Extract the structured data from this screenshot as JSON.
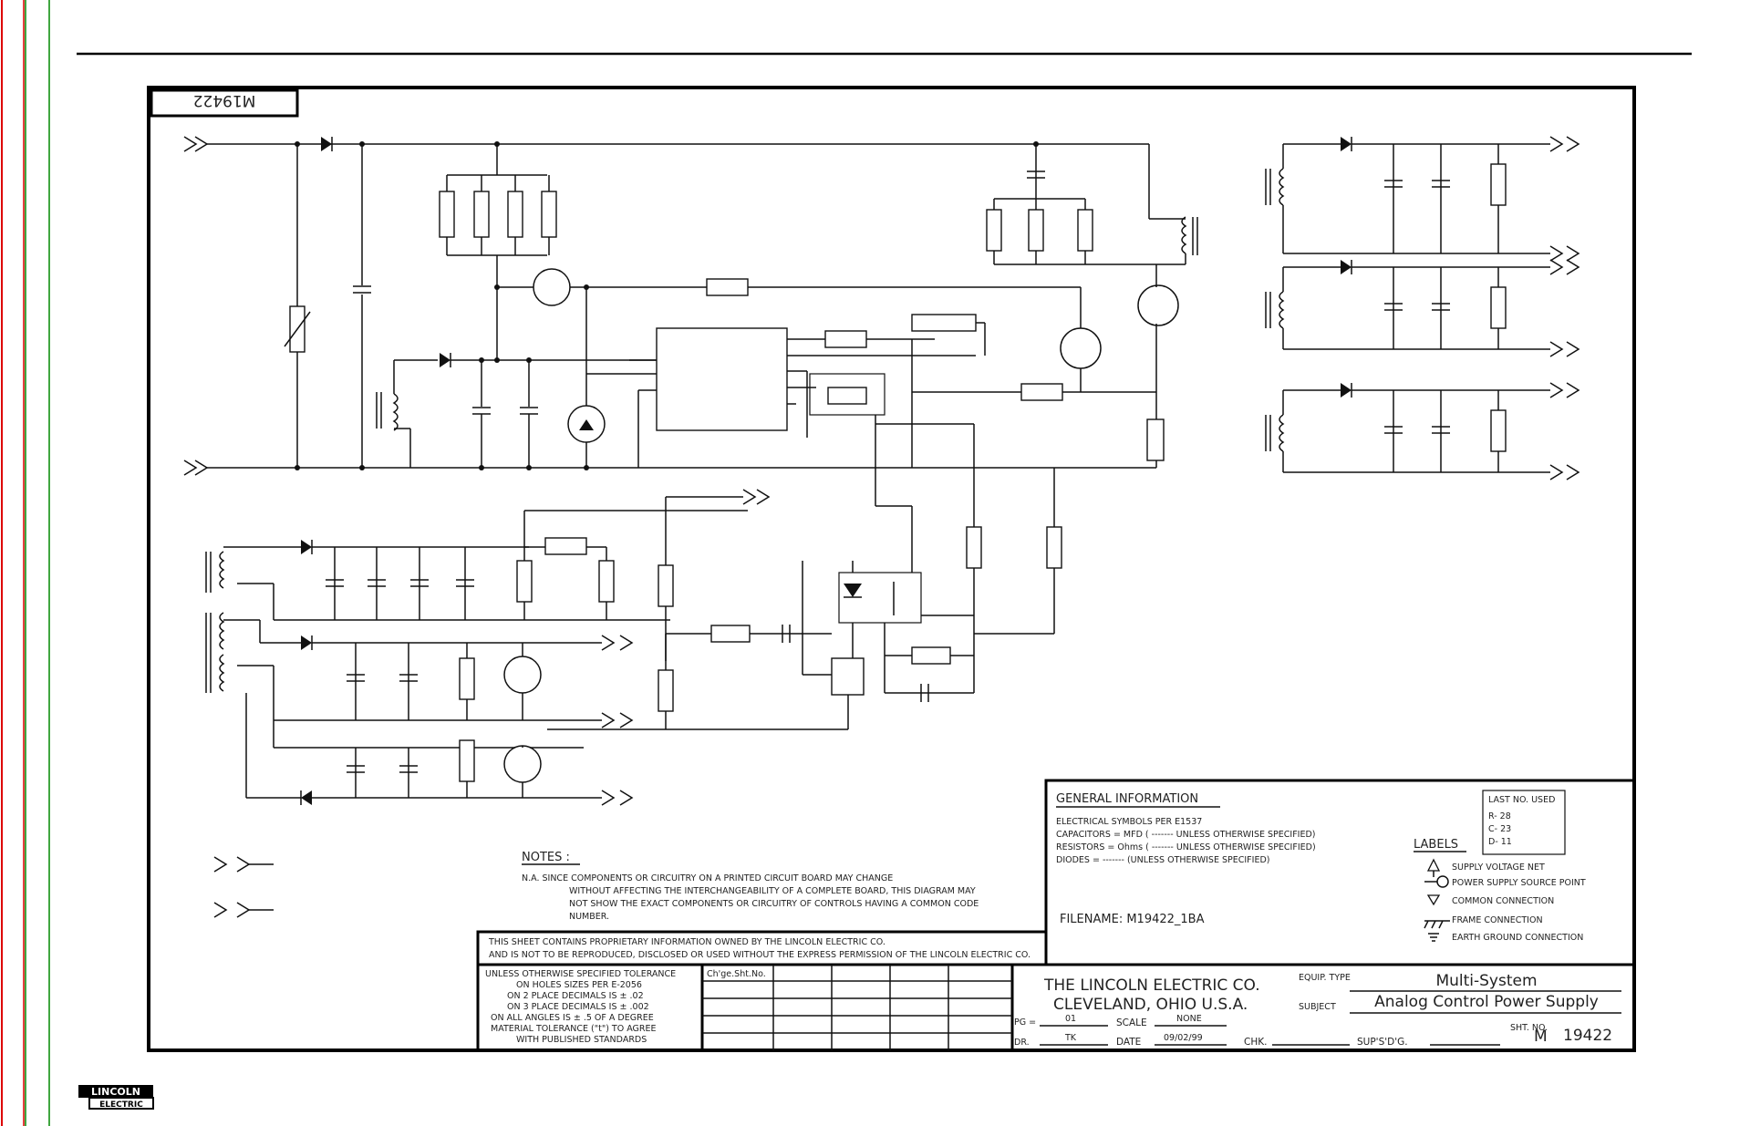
{
  "sheet": {
    "drawing_tag": "M19422",
    "notes_heading": "NOTES :",
    "notes": [
      "N.A.   SINCE COMPONENTS OR CIRCUITRY ON A PRINTED CIRCUIT BOARD MAY CHANGE",
      "WITHOUT AFFECTING THE INTERCHANGEABILITY OF A COMPLETE BOARD, THIS DIAGRAM MAY",
      "NOT SHOW THE EXACT COMPONENTS OR CIRCUITRY OF CONTROLS HAVING A COMMON CODE",
      "NUMBER."
    ],
    "proprietary": [
      "THIS SHEET CONTAINS PROPRIETARY INFORMATION OWNED BY        THE LINCOLN ELECTRIC CO.",
      "AND IS NOT TO BE REPRODUCED, DISCLOSED OR USED WITHOUT THE EXPRESS PERMISSION OF        THE LINCOLN ELECTRIC CO."
    ],
    "tolerance": [
      "UNLESS OTHERWISE SPECIFIED TOLERANCE",
      "ON HOLES SIZES PER E-2056",
      "ON 2 PLACE DECIMALS IS ± .02",
      "ON 3 PLACE DECIMALS IS ± .002",
      "ON ALL ANGLES IS ± .5 OF A DEGREE",
      "MATERIAL TOLERANCE (\"t\") TO AGREE",
      "WITH PUBLISHED STANDARDS"
    ],
    "change_sheet_label": "Ch'ge.Sht.No.",
    "general_info": {
      "heading": "GENERAL INFORMATION",
      "lines": [
        "ELECTRICAL SYMBOLS PER E1537",
        "CAPACITORS = MFD ( -------  UNLESS OTHERWISE SPECIFIED)",
        "RESISTORS = Ohms ( -------  UNLESS OTHERWISE SPECIFIED)",
        "DIODES =    -------   (UNLESS OTHERWISE SPECIFIED)"
      ],
      "filename": "FILENAME: M19422_1BA",
      "last_no_used": [
        "LAST NO. USED",
        "R- 28",
        "C- 23",
        "D- 11"
      ]
    },
    "labels": {
      "heading": "LABELS",
      "items": [
        "SUPPLY VOLTAGE NET",
        "POWER SUPPLY SOURCE POINT",
        "COMMON CONNECTION",
        "FRAME CONNECTION",
        "EARTH GROUND CONNECTION"
      ]
    },
    "title_block": {
      "company": "THE LINCOLN ELECTRIC CO.",
      "city": "CLEVELAND, OHIO U.S.A.",
      "equip_label": "EQUIP. TYPE",
      "equip_value": "Multi-System",
      "subject_label": "SUBJECT",
      "subject_value": "Analog Control Power Supply",
      "pg_label": "PG =",
      "pg_value": "01",
      "scale_label": "SCALE",
      "scale_value": "NONE",
      "dr_label": "DR.",
      "dr_value": "TK",
      "date_label": "DATE",
      "date_value": "09/02/99",
      "chk_label": "CHK.",
      "sup_label": "SUP'S'D'G.",
      "sht_label": "SHT. NO.",
      "sht_prefix": "M",
      "sht_value": "19422"
    },
    "logo": {
      "line1": "LINCOLN",
      "line2": "ELECTRIC"
    }
  }
}
